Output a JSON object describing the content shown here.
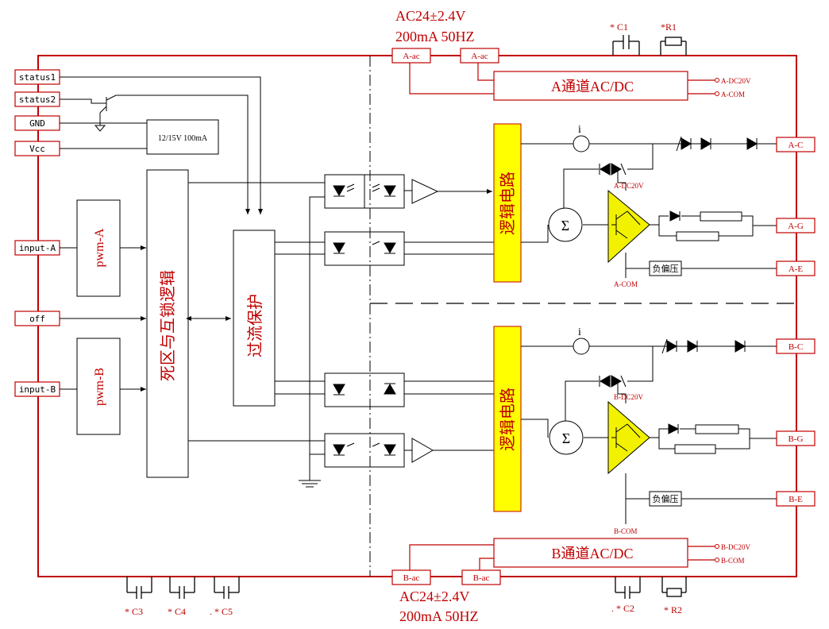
{
  "top_supply": {
    "line1": "AC24±2.4V",
    "line2": "200mA 50HZ"
  },
  "bottom_supply": {
    "line1": "AC24±2.4V",
    "line2": "200mA 50HZ"
  },
  "components": {
    "c1": "* C1",
    "r1": "*R1",
    "c2": ". * C2",
    "r2": "* R2",
    "c3": "* C3",
    "c4": "* C4",
    "c5": ". * C5"
  },
  "ports": {
    "a_ac_1": "A-ac",
    "a_ac_2": "A-ac",
    "b_ac_1": "B-ac",
    "b_ac_2": "B-ac"
  },
  "converters": {
    "a": "A通道AC/DC",
    "a_dc": "A-DC20V",
    "a_com": "A-COM",
    "b": "B通道AC/DC",
    "b_dc": "B-DC20V",
    "b_com": "B-COM"
  },
  "inputs": {
    "status1": "status1",
    "status2": "status2",
    "gnd": "GND",
    "vcc": "Vcc",
    "input_a": "input-A",
    "off": "off",
    "input_b": "input-B"
  },
  "regulator": "12/15V 100mA",
  "blocks": {
    "pwm_a": "pwm-A",
    "pwm_b": "pwm-B",
    "deadzone": "死区与互锁逻辑",
    "overcurrent": "过流保护",
    "logic_a": "逻辑电路",
    "logic_b": "逻辑电路"
  },
  "channel_a": {
    "current": "i",
    "sigma": "Σ",
    "dc": "A-DC20V",
    "com": "A-COM",
    "bias": "负偏压",
    "out_c": "A-C",
    "out_g": "A-G",
    "out_e": "A-E"
  },
  "channel_b": {
    "current": "i",
    "sigma": "Σ",
    "dc": "B-DC20V",
    "com": "B-COM",
    "bias": "负偏压",
    "out_c": "B-C",
    "out_g": "B-G",
    "out_e": "B-E"
  },
  "colors": {
    "frame": "#c00000",
    "logic_fill": "#ffff00",
    "amp_fill": "#f2f200",
    "wire": "#000000"
  }
}
